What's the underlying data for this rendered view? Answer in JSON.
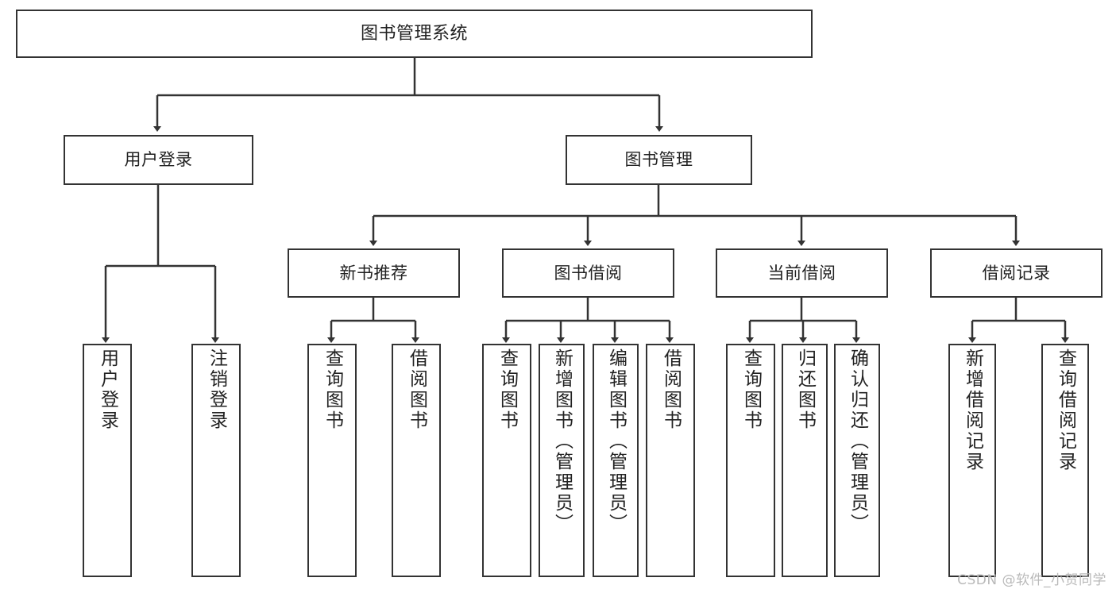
{
  "diagram": {
    "type": "tree-hierarchy-chart",
    "title": "图书管理系统",
    "colors": {
      "background": "#ffffff",
      "box_border": "#333333",
      "box_fill": "#ffffff",
      "text": "#222222",
      "connector": "#333333",
      "watermark": "#b9b9b9"
    },
    "root": {
      "label": "图书管理系统"
    },
    "level1": [
      {
        "id": "user-login",
        "label": "用户登录"
      },
      {
        "id": "book-management",
        "label": "图书管理"
      }
    ],
    "level2": [
      {
        "id": "new-book-recommend",
        "label": "新书推荐",
        "parent": "book-management"
      },
      {
        "id": "book-borrow",
        "label": "图书借阅",
        "parent": "book-management"
      },
      {
        "id": "current-borrow",
        "label": "当前借阅",
        "parent": "book-management"
      },
      {
        "id": "borrow-record",
        "label": "借阅记录",
        "parent": "book-management"
      }
    ],
    "leaves": [
      {
        "id": "leaf-user-login",
        "label": "用户登录",
        "parent": "user-login"
      },
      {
        "id": "leaf-logout",
        "label": "注销登录",
        "parent": "user-login"
      },
      {
        "id": "leaf-query-book-1",
        "label": "查询图书",
        "parent": "new-book-recommend"
      },
      {
        "id": "leaf-borrow-book-1",
        "label": "借阅图书",
        "parent": "new-book-recommend"
      },
      {
        "id": "leaf-query-book-2",
        "label": "查询图书",
        "parent": "book-borrow"
      },
      {
        "id": "leaf-add-book",
        "label": "新增图书（管理员）",
        "parent": "book-borrow"
      },
      {
        "id": "leaf-edit-book",
        "label": "编辑图书（管理员）",
        "parent": "book-borrow"
      },
      {
        "id": "leaf-borrow-book-2",
        "label": "借阅图书",
        "parent": "book-borrow"
      },
      {
        "id": "leaf-query-book-3",
        "label": "查询图书",
        "parent": "current-borrow"
      },
      {
        "id": "leaf-return-book",
        "label": "归还图书",
        "parent": "current-borrow"
      },
      {
        "id": "leaf-confirm-return",
        "label": "确认归还（管理员）",
        "parent": "current-borrow"
      },
      {
        "id": "leaf-add-record",
        "label": "新增借阅记录",
        "parent": "borrow-record"
      },
      {
        "id": "leaf-query-record",
        "label": "查询借阅记录",
        "parent": "borrow-record"
      }
    ]
  },
  "watermark": {
    "text": "CSDN @软件_小贺同学"
  }
}
